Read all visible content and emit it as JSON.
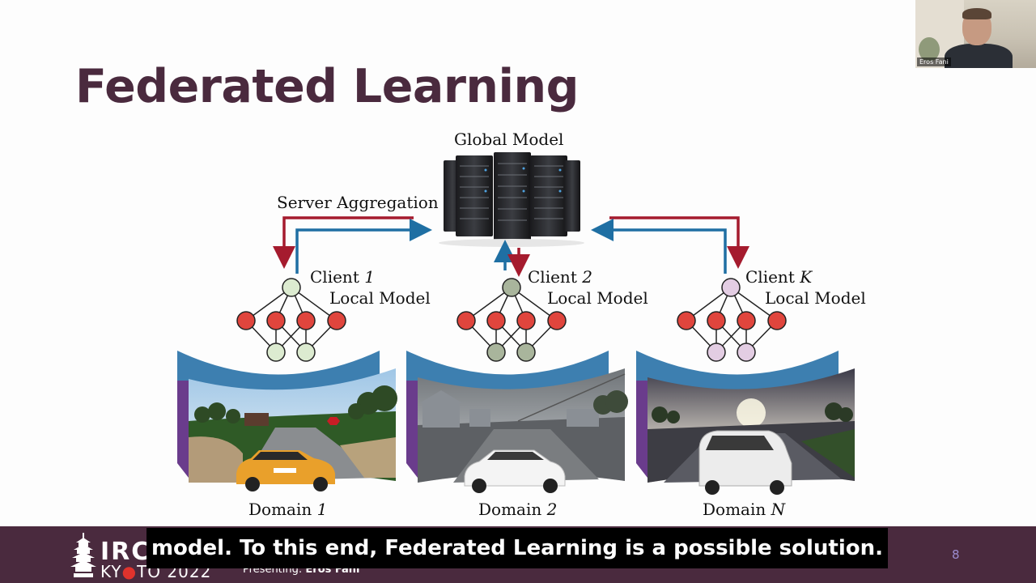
{
  "slide": {
    "title": "Federated Learning",
    "page_number": "8"
  },
  "diagram": {
    "global_model_label": "Global Model",
    "server_aggregation_label": "Server Aggregation",
    "clients": [
      {
        "name": "Client",
        "index": "1",
        "sub": "Local Model",
        "domain": "Domain",
        "domain_index": "1"
      },
      {
        "name": "Client",
        "index": "2",
        "sub": "Local Model",
        "domain": "Domain",
        "domain_index": "2"
      },
      {
        "name": "Client",
        "index": "K",
        "sub": "Local Model",
        "domain": "Domain",
        "domain_index": "N"
      }
    ],
    "colors": {
      "download_arrow": "#a51b2e",
      "upload_arrow": "#1f6fa3",
      "hidden_node": "#e0453d",
      "client1_node": "#dcebd0",
      "client2_node": "#a9b59c",
      "clientK_node": "#e3cde3"
    }
  },
  "footer": {
    "logo_top": "IRC",
    "logo_bottom_a": "KY",
    "logo_bottom_b": "TO 2022",
    "presenting_label": "Presenting:",
    "presenter": "Eros Fani"
  },
  "caption": {
    "text": "model. To this end, Federated Learning is a possible solution."
  },
  "webcam": {
    "name": "Eros Fani"
  }
}
